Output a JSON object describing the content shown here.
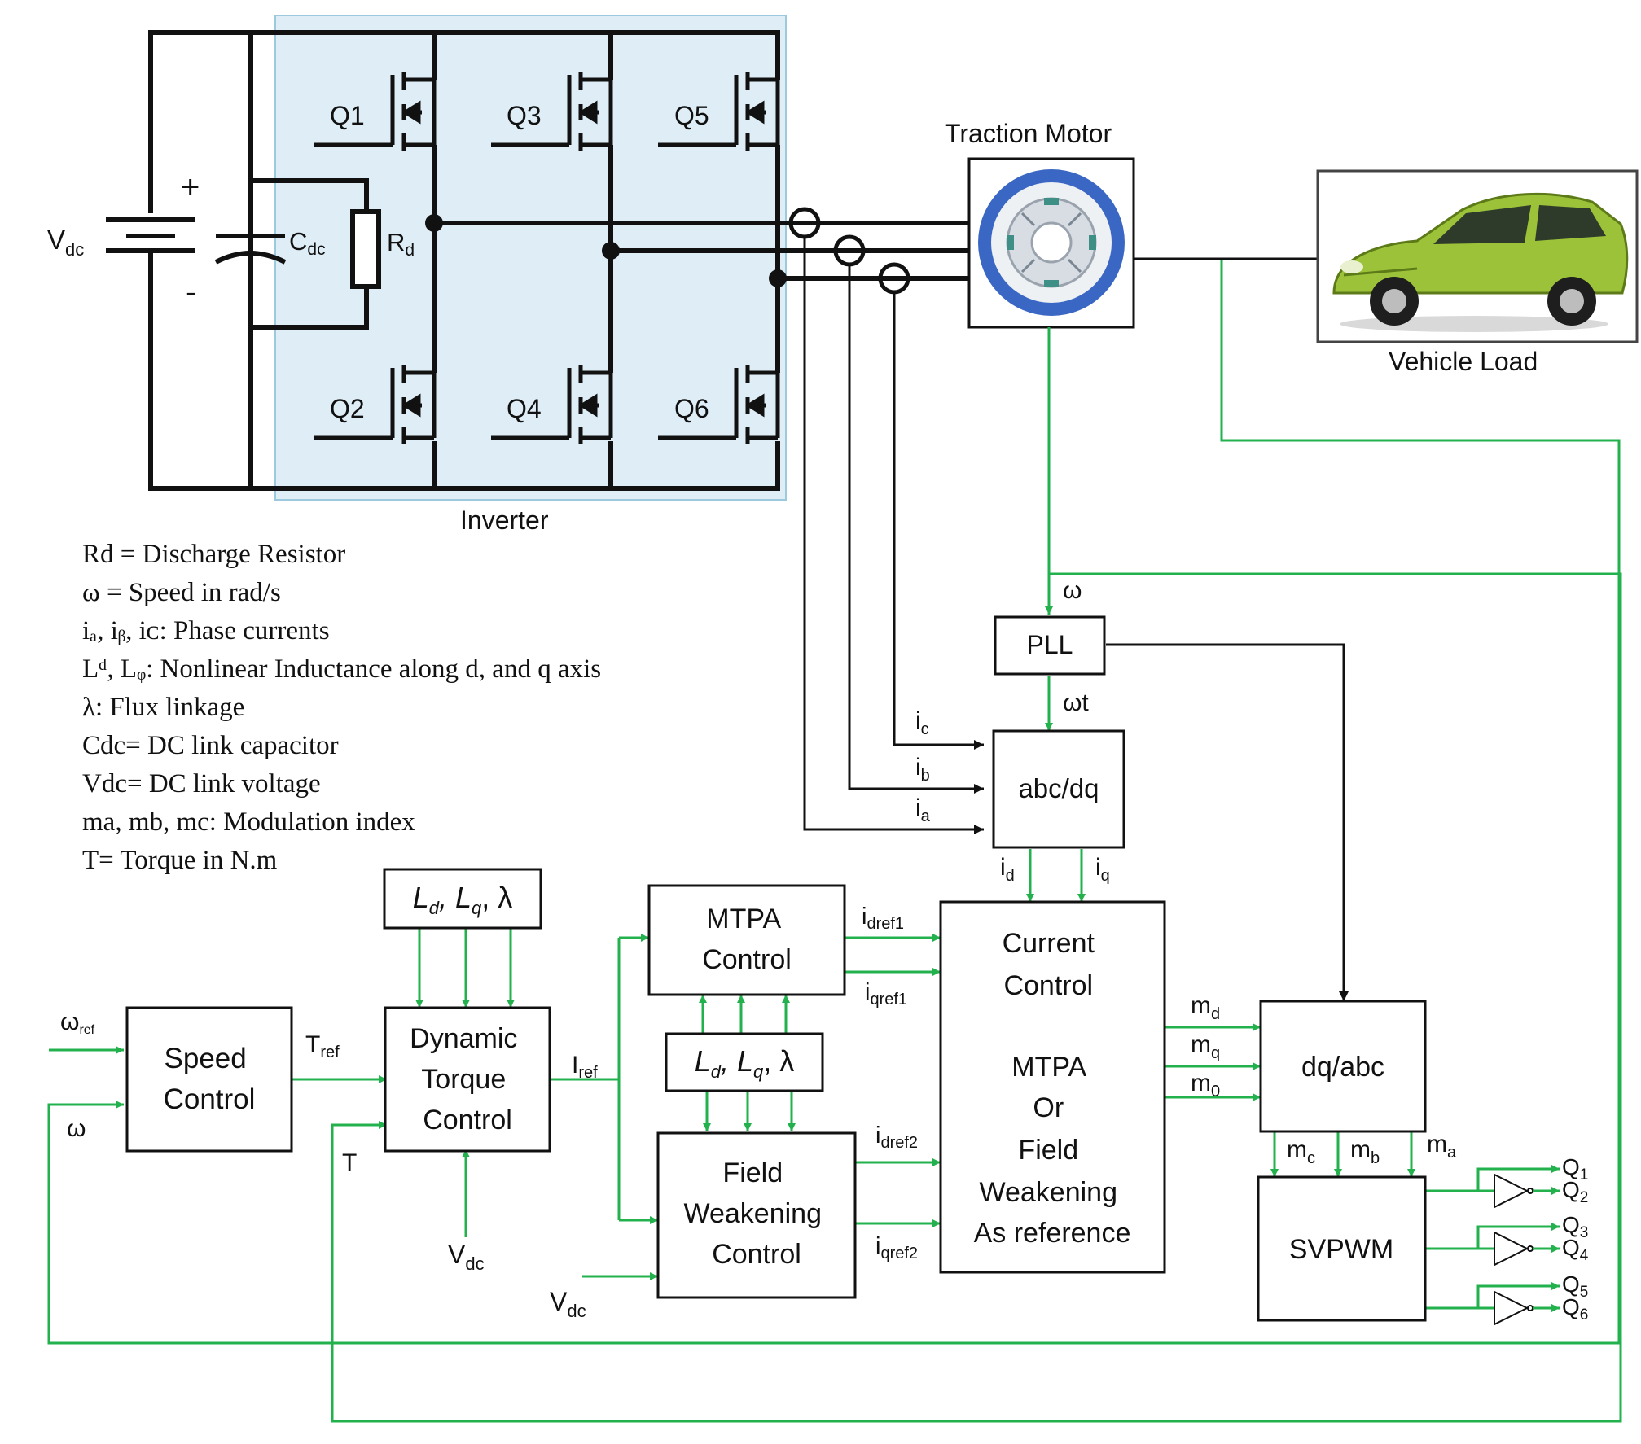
{
  "inverter": {
    "title": "Inverter",
    "switches": [
      "Q1",
      "Q2",
      "Q3",
      "Q4",
      "Q5",
      "Q6"
    ]
  },
  "dc_bus": {
    "source_label": "V",
    "source_sub": "dc",
    "plus": "+",
    "minus": "-",
    "capacitor_label": "C",
    "capacitor_sub": "dc",
    "resistor_label": "R",
    "resistor_sub": "d"
  },
  "motor": {
    "label": "Traction Motor"
  },
  "vehicle": {
    "label": "Vehicle Load"
  },
  "legend": [
    "Rd = Discharge Resistor",
    "ω = Speed in rad/s",
    "iₐ, iᵦ, iᴄ: Phase currents",
    "Lᵈ, Lᵩ: Nonlinear Inductance along d, and q axis",
    "λ: Flux linkage",
    "Cdc= DC link capacitor",
    "Vdc= DC link voltage",
    "ma, mb, mc: Modulation index",
    "T= Torque in N.m"
  ],
  "blocks": {
    "pll": "PLL",
    "abc_dq": "abc/dq",
    "speed": [
      "Speed",
      "Control"
    ],
    "torque": [
      "Dynamic",
      "Torque",
      "Control"
    ],
    "mtpa": [
      "MTPA",
      "Control"
    ],
    "fw": [
      "Field",
      "Weakening",
      "Control"
    ],
    "current": [
      "Current",
      "Control",
      "",
      "MTPA",
      "Or",
      "Field",
      "Weakening",
      "As reference"
    ],
    "dq_abc": "dq/abc",
    "svpwm": "SVPWM",
    "params": "L_d, L_q, λ"
  },
  "signals": {
    "omega": "ω",
    "omega_t": "ωt",
    "omega_ref": "ω",
    "omega_ref_sub": "ref",
    "t_ref": "T",
    "t_ref_sub": "ref",
    "t": "T",
    "i_ref": "I",
    "i_ref_sub": "ref",
    "vdc": "V",
    "vdc_sub": "dc",
    "ic": "i",
    "ic_sub": "c",
    "ib": "i",
    "ib_sub": "b",
    "ia": "i",
    "ia_sub": "a",
    "id": "i",
    "id_sub": "d",
    "iq": "i",
    "iq_sub": "q",
    "idref1": "i",
    "idref1_sub": "dref1",
    "iqref1": "i",
    "iqref1_sub": "qref1",
    "idref2": "i",
    "idref2_sub": "dref2",
    "iqref2": "i",
    "iqref2_sub": "qref2",
    "md": "m",
    "md_sub": "d",
    "mq": "m",
    "mq_sub": "q",
    "m0": "m",
    "m0_sub": "0",
    "mc": "m",
    "mc_sub": "c",
    "mb": "m",
    "mb_sub": "b",
    "ma": "m",
    "ma_sub": "a"
  },
  "gate_outputs": [
    "Q",
    "Q",
    "Q",
    "Q",
    "Q",
    "Q"
  ],
  "gate_subs": [
    "1",
    "2",
    "3",
    "4",
    "5",
    "6"
  ],
  "colors": {
    "signal": "#22b14c",
    "power": "#111111",
    "inverter_bg": "#dfeef6",
    "motor_ring": "#3a66c4"
  }
}
